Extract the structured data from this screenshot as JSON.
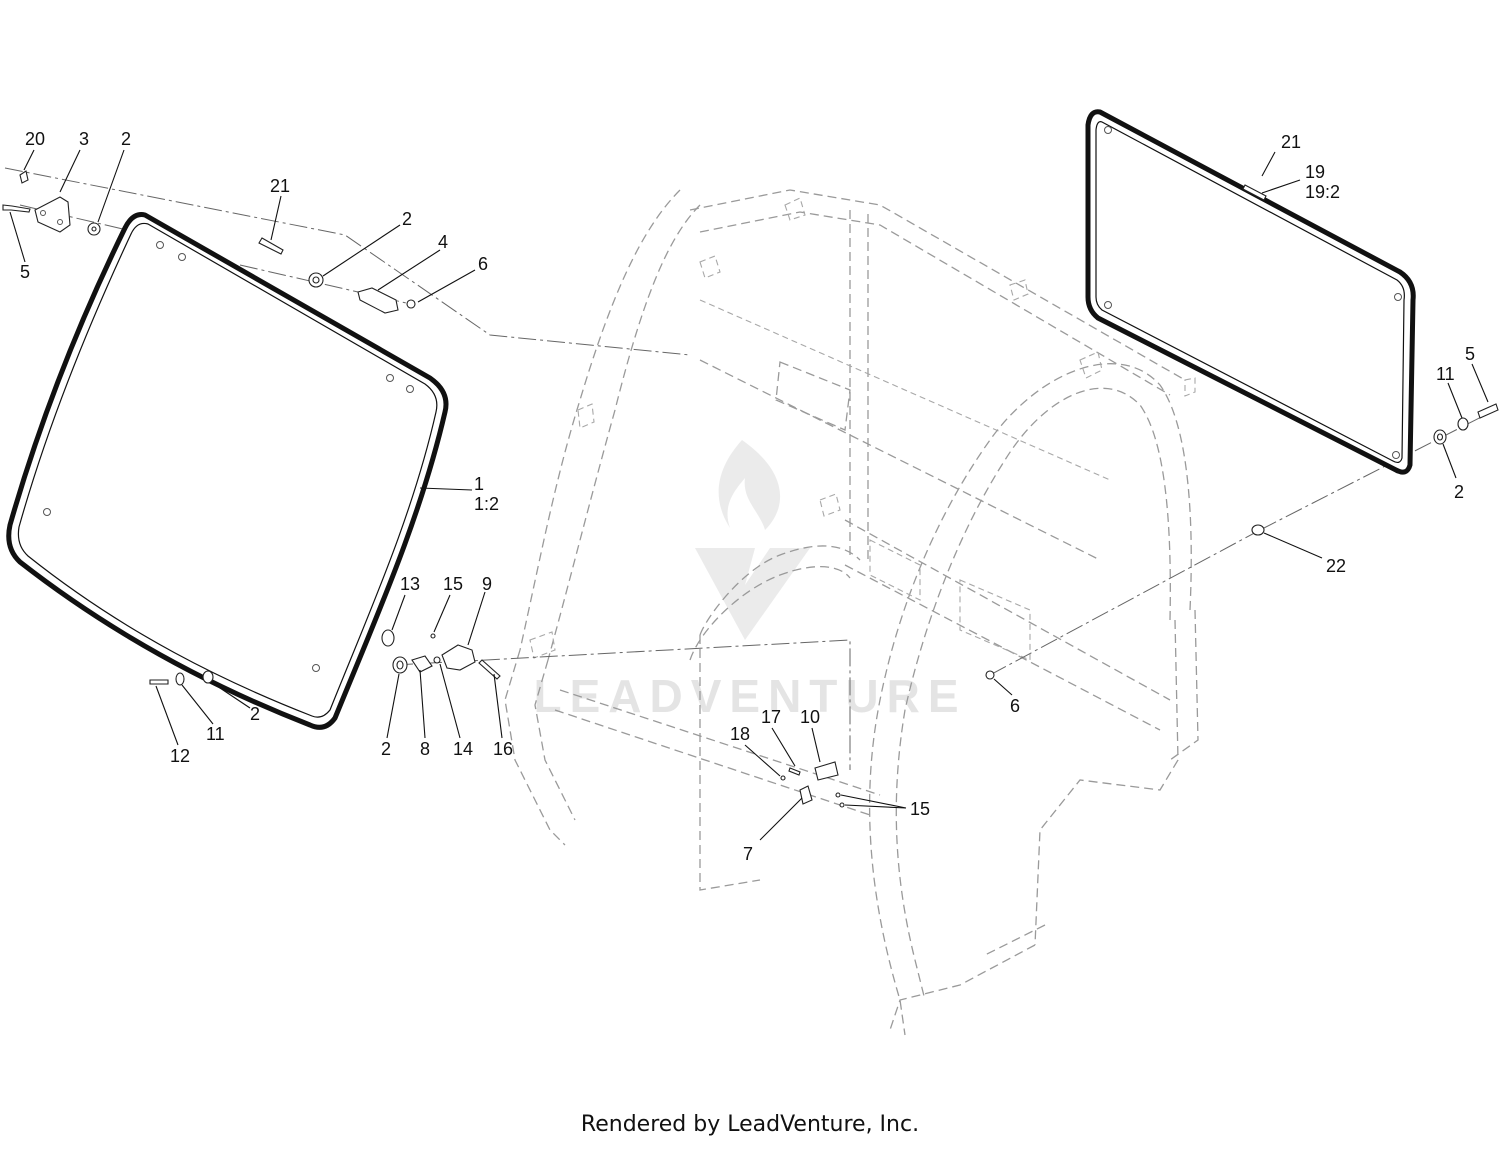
{
  "watermark": {
    "text": "LEADVENTURE"
  },
  "footer": {
    "text": "Rendered by LeadVenture, Inc."
  },
  "callouts": [
    {
      "id": "c20",
      "label": "20"
    },
    {
      "id": "c3",
      "label": "3"
    },
    {
      "id": "c2a",
      "label": "2"
    },
    {
      "id": "c5a",
      "label": "5"
    },
    {
      "id": "c21a",
      "label": "21"
    },
    {
      "id": "c2b",
      "label": "2"
    },
    {
      "id": "c4",
      "label": "4"
    },
    {
      "id": "c6a",
      "label": "6"
    },
    {
      "id": "c1",
      "label": "1"
    },
    {
      "id": "c1v2",
      "label": "1:2"
    },
    {
      "id": "c13",
      "label": "13"
    },
    {
      "id": "c15a",
      "label": "15"
    },
    {
      "id": "c9",
      "label": "9"
    },
    {
      "id": "c2c",
      "label": "2"
    },
    {
      "id": "c11a",
      "label": "11"
    },
    {
      "id": "c12",
      "label": "12"
    },
    {
      "id": "c2d",
      "label": "2"
    },
    {
      "id": "c8",
      "label": "8"
    },
    {
      "id": "c14",
      "label": "14"
    },
    {
      "id": "c16",
      "label": "16"
    },
    {
      "id": "c21b",
      "label": "21"
    },
    {
      "id": "c19",
      "label": "19"
    },
    {
      "id": "c19v2",
      "label": "19:2"
    },
    {
      "id": "c5b",
      "label": "5"
    },
    {
      "id": "c11b",
      "label": "11"
    },
    {
      "id": "c2e",
      "label": "2"
    },
    {
      "id": "c22",
      "label": "22"
    },
    {
      "id": "c6b",
      "label": "6"
    },
    {
      "id": "c17",
      "label": "17"
    },
    {
      "id": "c10",
      "label": "10"
    },
    {
      "id": "c18",
      "label": "18"
    },
    {
      "id": "c15b",
      "label": "15"
    },
    {
      "id": "c7",
      "label": "7"
    }
  ]
}
